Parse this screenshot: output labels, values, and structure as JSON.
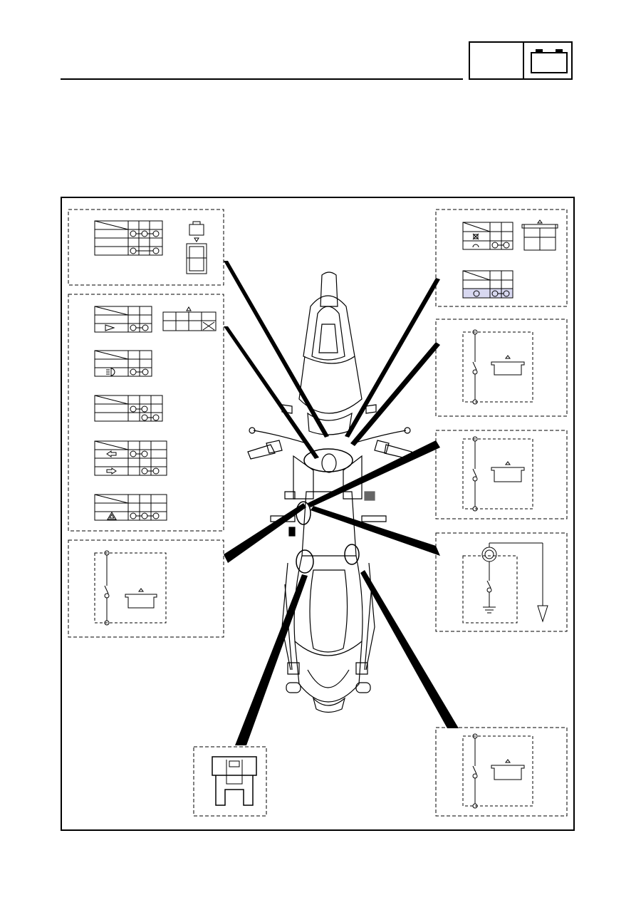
{
  "header": {
    "section_label": "",
    "icon": "battery-icon"
  },
  "colors": {
    "ink": "#000000",
    "paper": "#ffffff",
    "highlight": "#d8d8f0"
  },
  "diagram": {
    "subject": "motorcycle-top-view",
    "callout_boxes": [
      {
        "name": "main-switch-continuity-table",
        "icon": "connector-icon"
      },
      {
        "name": "handlebar-switch-tables",
        "icon": "connector-icon"
      },
      {
        "name": "brake-light-switch",
        "icon": "switch-icon"
      },
      {
        "name": "horn-and-start-switch-tables",
        "icon": "horn-icon"
      },
      {
        "name": "front-brake-switch",
        "icon": "switch-icon"
      },
      {
        "name": "rear-brake-switch",
        "icon": "switch-icon"
      },
      {
        "name": "oil-level-switch",
        "icon": "indicator-lamp-icon"
      },
      {
        "name": "sidestand-switch",
        "icon": "switch-icon"
      },
      {
        "name": "fuse",
        "icon": "fuse-icon"
      }
    ]
  }
}
